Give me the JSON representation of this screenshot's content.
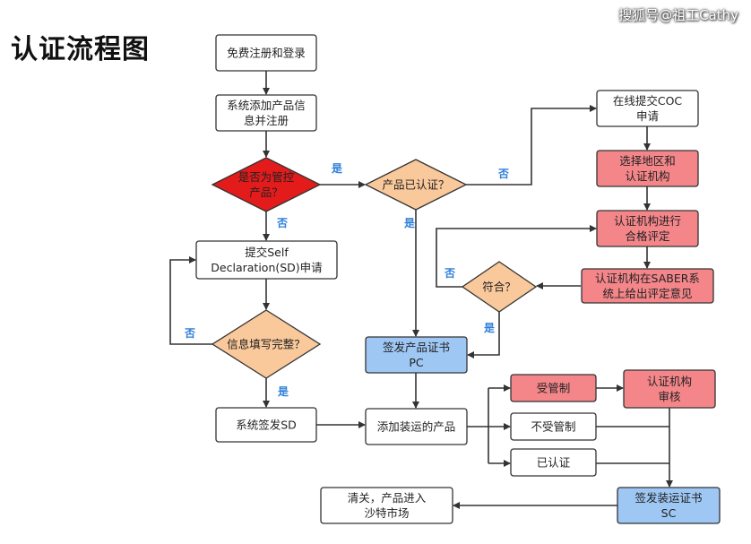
{
  "title": "认证流程图",
  "watermark": "搜狐号@祖工Cathy",
  "colors": {
    "white": "#ffffff",
    "red_diamond": "#e41b1b",
    "orange": "#f9c89b",
    "pink": "#f4868a",
    "blue": "#9ec7f4",
    "stroke": "#333333",
    "label": "#2f7fd8"
  },
  "nodes": {
    "register": [
      "免费注册和登录"
    ],
    "add_product": [
      "系统添加产品信",
      "息并注册"
    ],
    "regulated_q": [
      "是否为管控",
      "产品？"
    ],
    "certified_q": [
      "产品已认证？"
    ],
    "submit_sd": [
      "提交Self",
      "Declaration(SD)申请"
    ],
    "info_complete_q": [
      "信息填写完整？"
    ],
    "issue_sd": [
      "系统签发SD"
    ],
    "online_coc": [
      "在线提交COC",
      "申请"
    ],
    "select_region": [
      "选择地区和",
      "认证机构"
    ],
    "assess": [
      "认证机构进行",
      "合格评定"
    ],
    "conform_q": [
      "符合？"
    ],
    "saber_opinion": [
      "认证机构在SABER系",
      "统上给出评定意见"
    ],
    "issue_pc": [
      "签发产品证书",
      "PC"
    ],
    "add_shipment": [
      "添加装运的产品"
    ],
    "regulated": [
      "受管制"
    ],
    "not_regulated": [
      "不受管制"
    ],
    "already_certified": [
      "已认证"
    ],
    "body_review": [
      "认证机构",
      "审核"
    ],
    "issue_sc": [
      "签发装运证书",
      "SC"
    ],
    "clearance": [
      "清关，产品进入",
      "沙特市场"
    ]
  },
  "labels": {
    "yes": "是",
    "no": "否"
  }
}
